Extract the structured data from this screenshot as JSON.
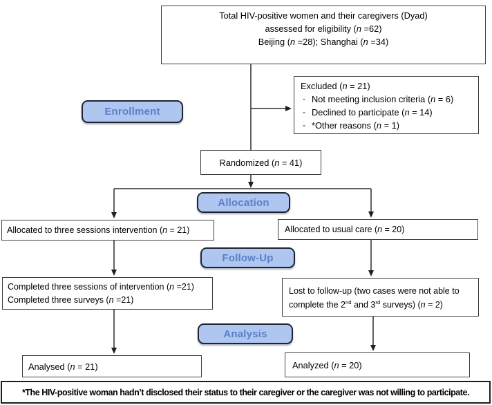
{
  "diagram": {
    "stages": {
      "enrollment": "Enrollment",
      "allocation": "Allocation",
      "followup": "Follow-Up",
      "analysis": "Analysis"
    },
    "boxes": {
      "eligibility": {
        "lines": [
          "Total HIV-positive women and their caregivers (Dyad)",
          "assessed for eligibility (_n_ =62)",
          "Beijing (_n_ =28); Shanghai (_n_ =34)"
        ]
      },
      "excluded": {
        "title": "Excluded (_n_ = 21)",
        "bullet_char": "-",
        "items": [
          "Not meeting inclusion criteria (_n_ = 6)",
          "Declined to participate (_n_ = 14)",
          "*Other reasons (_n_ = 1)"
        ]
      },
      "randomized": {
        "text": "Randomized (_n_ = 41)"
      },
      "allocation_intervention": {
        "text": "Allocated to three sessions intervention (_n_ = 21)"
      },
      "allocation_usual_care": {
        "text": "Allocated to usual care (_n_ = 20)"
      },
      "followup_intervention": {
        "lines": [
          "Completed three sessions of intervention (_n_ =21)",
          "Completed three surveys (_n_ =21)"
        ]
      },
      "followup_usual_care": {
        "lines": [
          "Lost to follow-up (two cases were not able to",
          "complete the 2^nd^ and 3^rd^ surveys) (_n_ = 2)"
        ]
      },
      "analysed_intervention": {
        "text": "Analysed (_n_ = 21)"
      },
      "analyzed_usual_care": {
        "text": "Analyzed (_n_ = 20)"
      }
    },
    "footnote": "*The HIV-positive woman hadn’t disclosed their status to their caregiver or the caregiver was not willing to participate.",
    "colors": {
      "stage_fill": "#aec6f0",
      "stage_text": "#5b7fc7",
      "stage_border": "#1e2430",
      "box_border": "#3d3d3d",
      "line": "#2b2b2b"
    }
  }
}
